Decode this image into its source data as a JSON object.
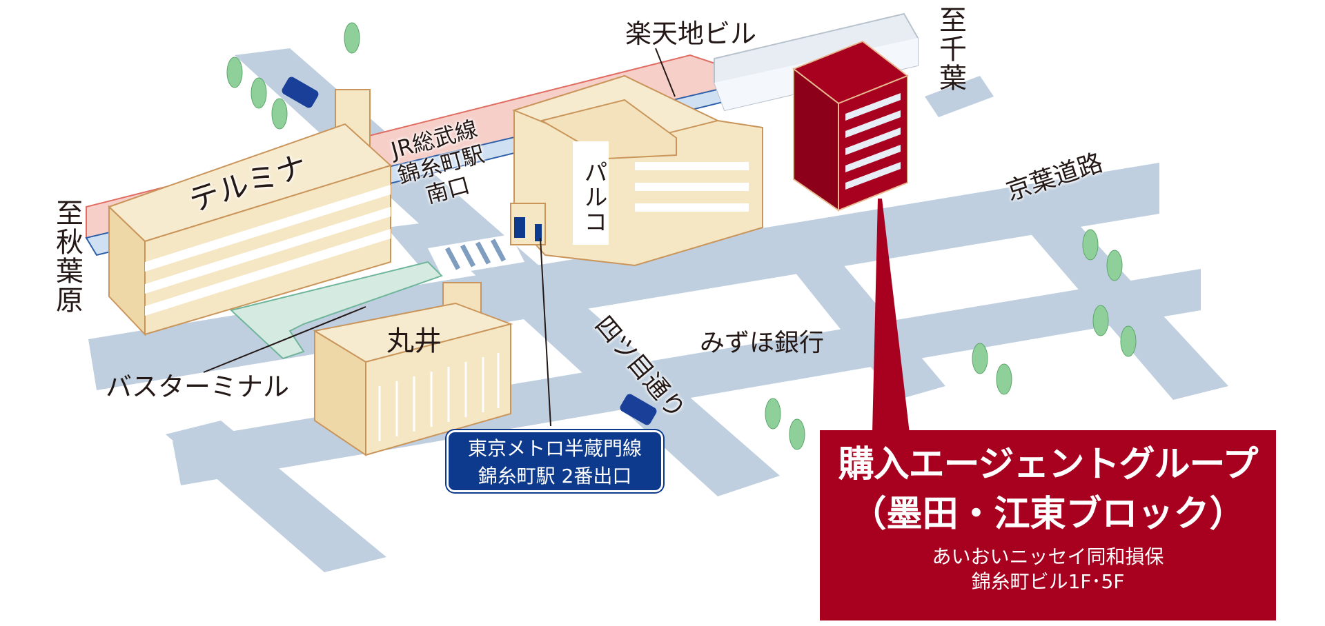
{
  "colors": {
    "road": "#bfcfdf",
    "building": "#f5e6c4",
    "building_edge": "#c9955a",
    "target_building": "#a8001f",
    "metro": "#0d3a8c",
    "bus_terminal": "#d5ebe2",
    "rail": "#f6cfc9"
  },
  "labels": {
    "rakutenchi": "楽天地ビル",
    "to_chiba": "至千葉",
    "to_akihabara": "至秋葉原",
    "termina": "テルミナ",
    "jr_line": "JR総武線",
    "jr_station": "錦糸町駅",
    "jr_exit": "南口",
    "parco": "パルコ",
    "marui": "丸井",
    "mizuho": "みずほ銀行",
    "yotsume": "四ツ目通り",
    "keiyo": "京葉道路",
    "bus_terminal": "バスターミナル"
  },
  "metro": {
    "line1": "東京メトロ半蔵門線",
    "line2": "錦糸町駅 2番出口"
  },
  "destination": {
    "title": "購入エージェントグループ",
    "subtitle": "（墨田・江東ブロック）",
    "building_line1": "あいおいニッセイ同和損保",
    "building_line2": "錦糸町ビル1F･5F"
  },
  "icons": [
    "tree-icon",
    "car-icon",
    "train-icon",
    "subway-entrance-icon"
  ]
}
